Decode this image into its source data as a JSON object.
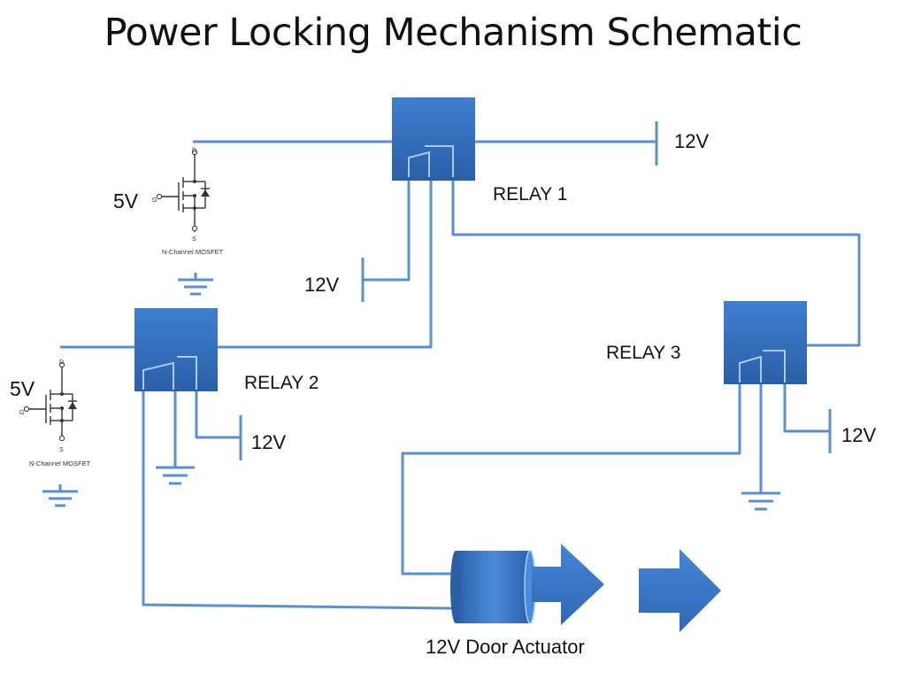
{
  "title": "Power Locking Mechanism Schematic",
  "colors": {
    "wire": "#5b8fd0",
    "relay": "#3a78c9",
    "relay_dark": "#2a5fa8",
    "arrow": "#3a78c9"
  },
  "relays": [
    {
      "label": "RELAY 1"
    },
    {
      "label": "RELAY 2"
    },
    {
      "label": "RELAY 3"
    }
  ],
  "voltages": {
    "relay1_supply": "12V",
    "relay1_coil": "12V",
    "relay2_coil": "12V",
    "relay3_coil": "12V",
    "mosfet1_gate": "5V",
    "mosfet2_gate": "5V"
  },
  "mosfet": {
    "name": "N-Channel MOSFET",
    "drain": "D",
    "gate": "G",
    "source": "S"
  },
  "actuator": {
    "label": "12V Door Actuator"
  },
  "icons": [
    "ground-icon",
    "battery-terminal-icon",
    "arrow-right-icon",
    "mosfet-icon"
  ]
}
